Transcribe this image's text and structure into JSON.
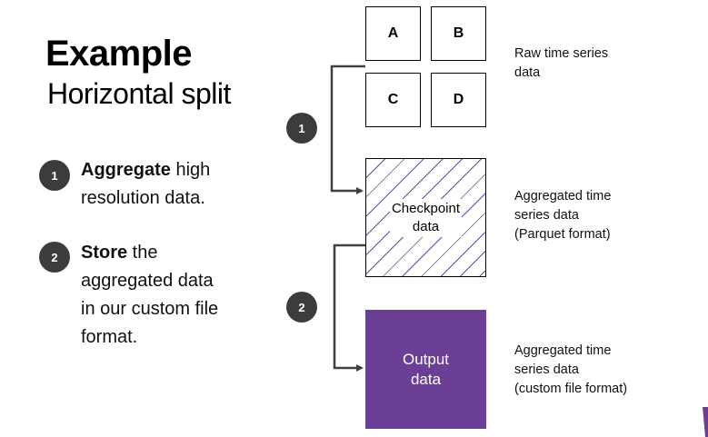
{
  "heading": {
    "title": "Example",
    "subtitle": "Horizontal split"
  },
  "steps": [
    {
      "number": "1",
      "bold": "Aggregate",
      "rest_line1": " high",
      "lines": [
        "resolution data."
      ]
    },
    {
      "number": "2",
      "bold": "Store",
      "rest_line1": " the",
      "lines": [
        "aggregated data",
        "in our custom file",
        "format."
      ]
    }
  ],
  "diagram": {
    "raw_boxes": [
      "A",
      "B",
      "C",
      "D"
    ],
    "checkpoint": {
      "line1": "Checkpoint",
      "line2": "data"
    },
    "output": {
      "line1": "Output",
      "line2": "data"
    },
    "arrow_badges": [
      "1",
      "2"
    ],
    "annotations": {
      "raw": [
        "Raw time series",
        "data"
      ],
      "aggregated": [
        "Aggregated time",
        "series data",
        "(Parquet format)"
      ],
      "custom": [
        "Aggregated time",
        "series data",
        "(custom file format)"
      ]
    },
    "colors": {
      "output_fill": "#6b3f96",
      "hatch": "#5f4e9a",
      "badge": "#3c3c3c",
      "connector": "#404040"
    }
  }
}
